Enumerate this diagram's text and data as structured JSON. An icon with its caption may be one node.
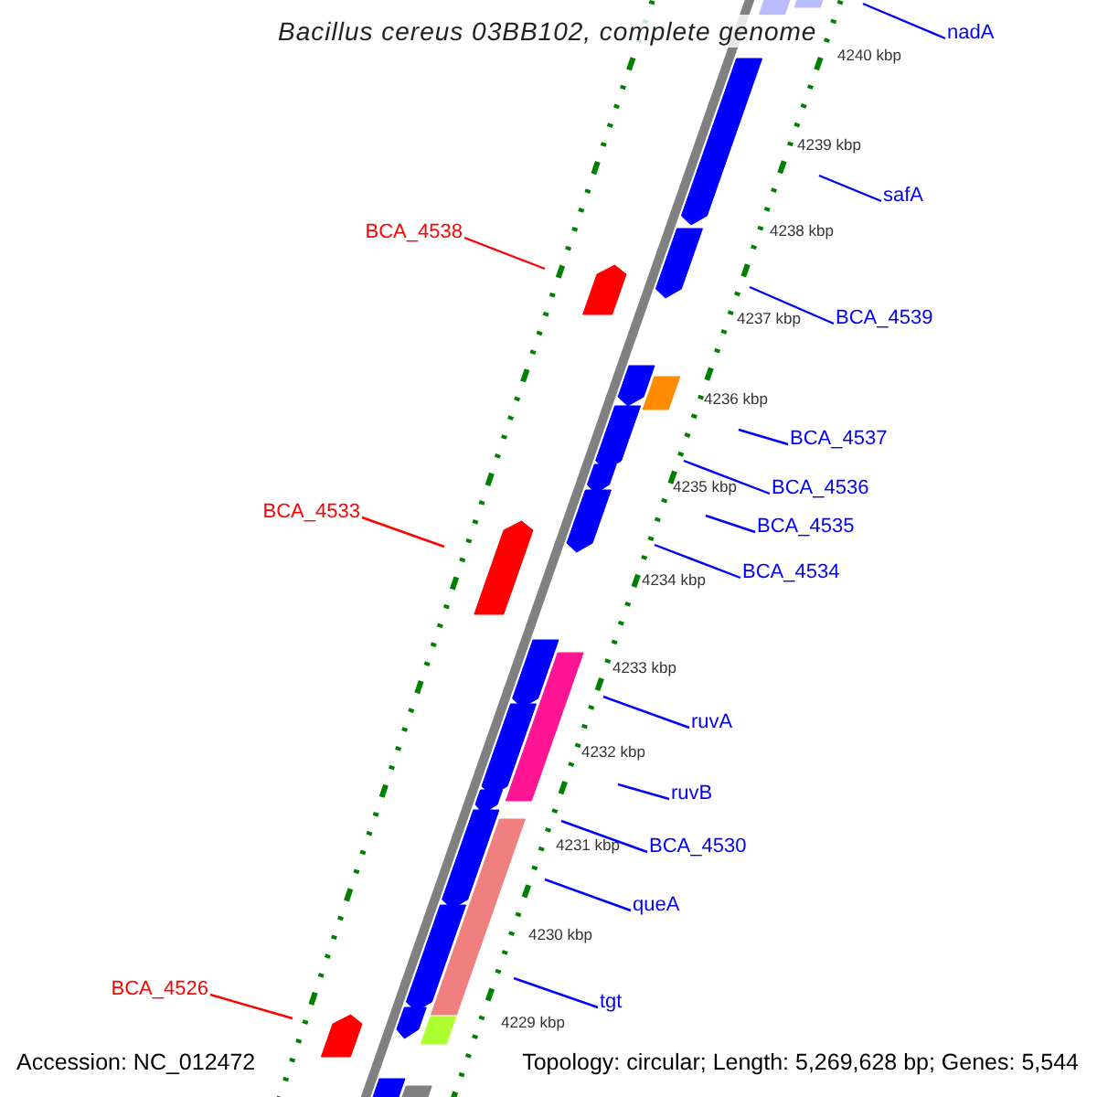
{
  "diagram": {
    "title": "Bacillus cereus 03BB102, complete genome",
    "nodes": [
      {
        "text": [
          "nadA"
        ]
      },
      {
        "text": [
          "safA"
        ]
      },
      {
        "text": [
          "BCA_4538"
        ]
      },
      {
        "text": [
          "BCA_4539"
        ]
      },
      {
        "text": [
          "BCA_4537"
        ]
      },
      {
        "text": [
          "BCA_4536"
        ]
      },
      {
        "text": [
          "BCA_4535"
        ]
      },
      {
        "text": [
          "BCA_4534"
        ]
      },
      {
        "text": [
          "BCA_4533"
        ]
      },
      {
        "text": [
          "ruvA"
        ]
      },
      {
        "text": [
          "ruvB"
        ]
      },
      {
        "text": [
          "BCA_4530"
        ]
      },
      {
        "text": [
          "queA"
        ]
      },
      {
        "text": [
          "BCA_4526"
        ]
      },
      {
        "text": [
          "tgt"
        ]
      }
    ],
    "edges": [
      {
        "from": 0,
        "to": null,
        "arrow": "none"
      },
      {
        "from": 1,
        "to": null,
        "arrow": "none"
      },
      {
        "from": 2,
        "to": null,
        "arrow": "none",
        "color": "#ff0000"
      },
      {
        "from": 3,
        "to": null,
        "arrow": "none"
      },
      {
        "from": 4,
        "to": null,
        "arrow": "none"
      },
      {
        "from": 5,
        "to": null,
        "arrow": "none"
      },
      {
        "from": 6,
        "to": null,
        "arrow": "none"
      },
      {
        "from": 7,
        "to": null,
        "arrow": "none"
      },
      {
        "from": 8,
        "to": null,
        "arrow": "none",
        "color": "#ff0000"
      },
      {
        "from": 9,
        "to": null,
        "arrow": "none"
      },
      {
        "from": 10,
        "to": null,
        "arrow": "none"
      },
      {
        "from": 11,
        "to": null,
        "arrow": "none"
      },
      {
        "from": 12,
        "to": null,
        "arrow": "none"
      },
      {
        "from": 13,
        "to": null,
        "arrow": "none",
        "color": "#ff0000"
      },
      {
        "from": 14,
        "to": null,
        "arrow": "none"
      }
    ],
    "labels": [
      "4240 kbp",
      "4239 kbp",
      "4238 kbp",
      "4237 kbp",
      "4236 kbp",
      "4235 kbp",
      "4234 kbp",
      "4233 kbp",
      "4232 kbp",
      "4231 kbp",
      "4230 kbp",
      "4229 kbp",
      "Accession: NC_012472",
      "Topology: circular; Length: 5,269,628 bp; Genes: 5,544"
    ]
  }
}
